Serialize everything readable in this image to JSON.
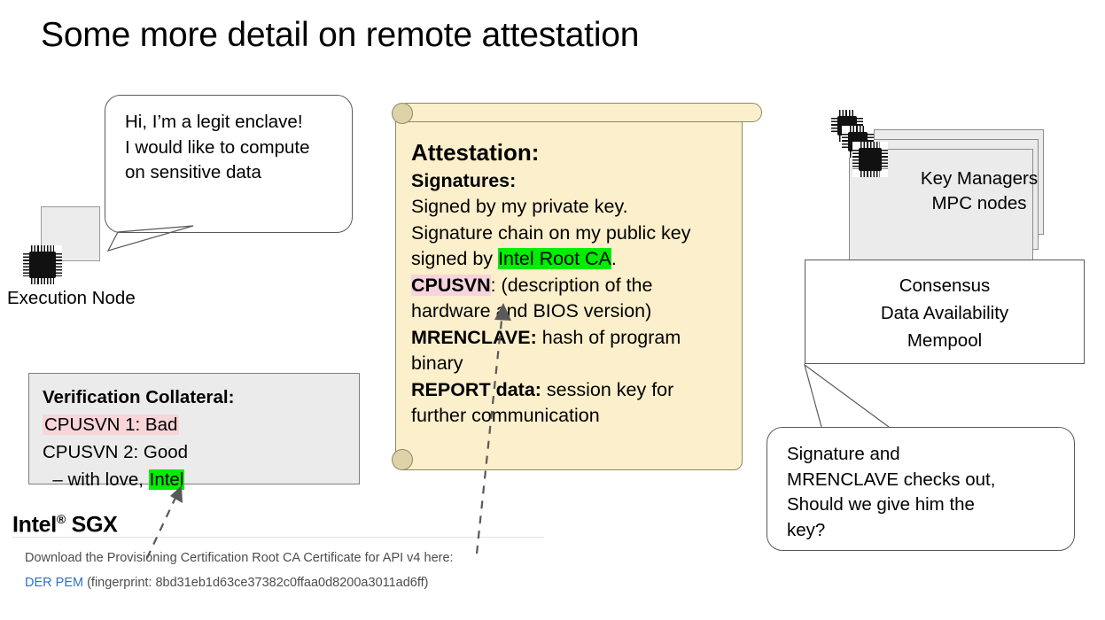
{
  "slide": {
    "title": "Some more detail on remote attestation",
    "background": "#ffffff"
  },
  "colors": {
    "highlight_green": "#00ee00",
    "highlight_pink": "#f7d5d8",
    "scroll_fill": "#fcefcb",
    "box_fill": "#ebebeb",
    "link_blue": "#2f6fd0"
  },
  "execution_node": {
    "label": "Execution Node",
    "bubble_text": "Hi, I’m a legit enclave!\nI would like to compute\non sensitive data"
  },
  "attestation_scroll": {
    "heading": "Attestation:",
    "signatures_label": "Signatures:",
    "line_signed_private": "Signed by my private key.",
    "line_chain": "Signature chain on my public key",
    "line_signed_by_prefix": "signed by ",
    "intel_root_ca": "Intel Root CA",
    "period": ".",
    "cpusvn_label": "CPUSVN",
    "cpusvn_rest": ": (description of the",
    "cpusvn_cont": "hardware and BIOS version)",
    "mrenclave_label": "MRENCLAVE:",
    "mrenclave_rest": " hash of program",
    "mrenclave_cont": "binary",
    "report_label": "REPORT data:",
    "report_rest": " session key for",
    "report_cont": "further communication"
  },
  "verification_collateral": {
    "heading": "Verification Collateral:",
    "row_bad": "CPUSVN 1: Bad",
    "row_good": "CPUSVN 2: Good",
    "signoff_prefix": "  – with love, ",
    "signoff_intel": "Intel"
  },
  "intel_sgx_footer": {
    "title": "Intel",
    "title_sup": "®",
    "title_rest": " SGX",
    "download_line": "Download the Provisioning Certification Root CA Certificate for API v4 here:",
    "link_text": "DER PEM",
    "fingerprint_text": " (fingerprint: 8bd31eb1d63ce37382c0ffaa0d8200a3011ad6ff)"
  },
  "key_managers": {
    "line1": "Key Managers",
    "line2": "MPC nodes"
  },
  "consensus": {
    "line1": "Consensus",
    "line2": "Data Availability",
    "line3": "Mempool"
  },
  "verifier_bubble": {
    "text": "Signature and\nMRENCLAVE checks out,\nShould we give him the\nkey?"
  },
  "icons": {
    "cpu_chip": "cpu-chip-icon"
  }
}
